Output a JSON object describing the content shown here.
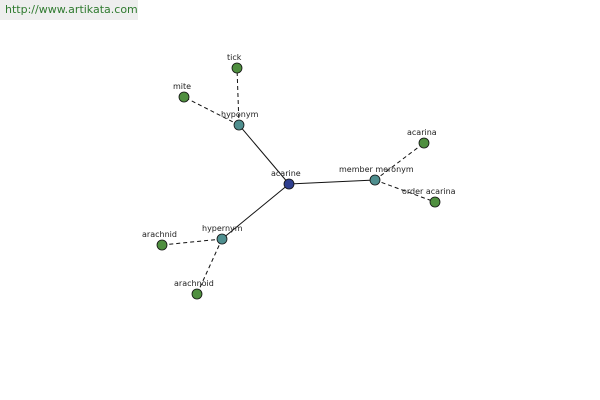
{
  "header": {
    "url_text": "http://www.artikata.com"
  },
  "colors": {
    "center": "#2f3f8f",
    "relation": "#4f8f8f",
    "leaf": "#4f8f3f",
    "url_text": "#2f7a2f"
  },
  "nodes": [
    {
      "id": "acarine",
      "label": "acarine",
      "kind": "center"
    },
    {
      "id": "hyponym",
      "label": "hyponym",
      "kind": "relation"
    },
    {
      "id": "member-meronym",
      "label": "member meronym",
      "kind": "relation"
    },
    {
      "id": "hypernym",
      "label": "hypernym",
      "kind": "relation"
    },
    {
      "id": "tick",
      "label": "tick",
      "kind": "leaf"
    },
    {
      "id": "mite",
      "label": "mite",
      "kind": "leaf"
    },
    {
      "id": "acarina",
      "label": "acarina",
      "kind": "leaf"
    },
    {
      "id": "order-acarina",
      "label": "order acarina",
      "kind": "leaf"
    },
    {
      "id": "arachnid",
      "label": "arachnid",
      "kind": "leaf"
    },
    {
      "id": "arachnoid",
      "label": "arachnoid",
      "kind": "leaf"
    }
  ],
  "edges": [
    {
      "from": "acarine",
      "to": "hyponym",
      "style": "solid"
    },
    {
      "from": "acarine",
      "to": "member-meronym",
      "style": "solid"
    },
    {
      "from": "acarine",
      "to": "hypernym",
      "style": "solid"
    },
    {
      "from": "hyponym",
      "to": "tick",
      "style": "dashed"
    },
    {
      "from": "hyponym",
      "to": "mite",
      "style": "dashed"
    },
    {
      "from": "member-meronym",
      "to": "acarina",
      "style": "dashed"
    },
    {
      "from": "member-meronym",
      "to": "order-acarina",
      "style": "dashed"
    },
    {
      "from": "hypernym",
      "to": "arachnid",
      "style": "dashed"
    },
    {
      "from": "hypernym",
      "to": "arachnoid",
      "style": "dashed"
    }
  ]
}
